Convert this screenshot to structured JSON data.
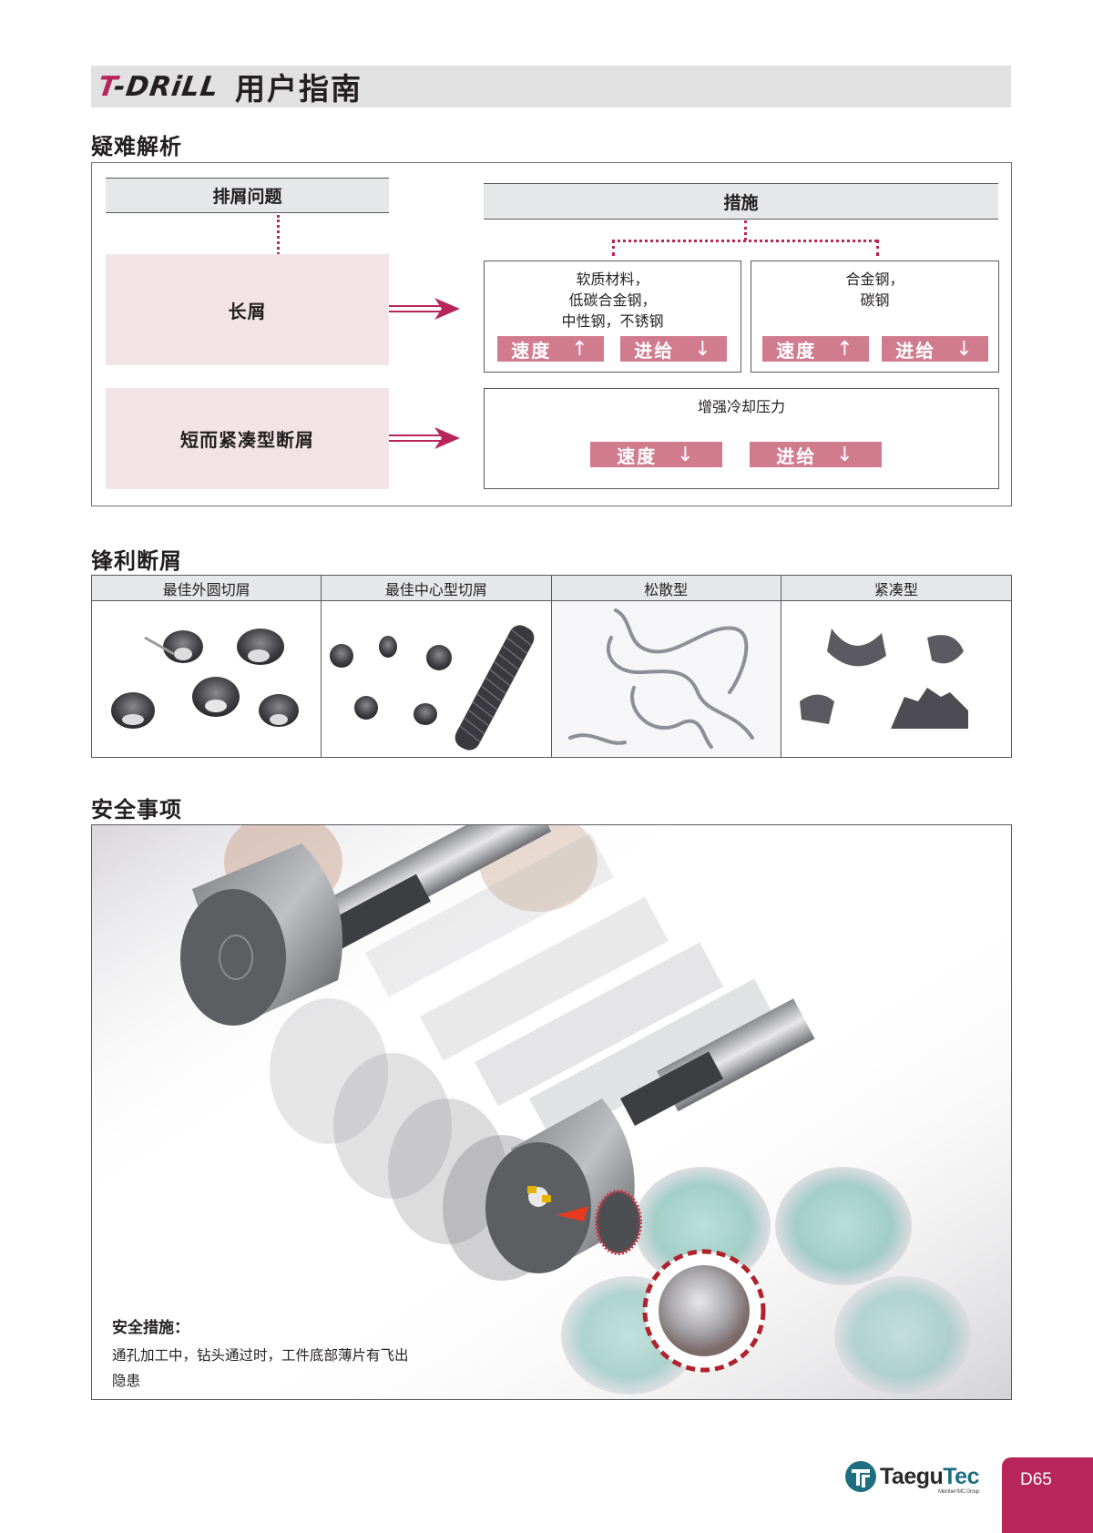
{
  "header": {
    "brand_t": "T",
    "brand_rest": "-DRiLL",
    "title": "用户指南"
  },
  "troubleshooting": {
    "heading": "疑难解析",
    "problem_header": "排屑问题",
    "solution_header": "措施",
    "problems": [
      {
        "label": "长屑"
      },
      {
        "label": "短而紧凑型断屑"
      }
    ],
    "solutions": {
      "long_chips": [
        {
          "lines": [
            "软质材料，",
            "低碳合金钢，",
            "中性钢，不锈钢"
          ],
          "speed": {
            "label": "速度",
            "arrow": "↑"
          },
          "feed": {
            "label": "进给",
            "arrow": "↓"
          }
        },
        {
          "lines": [
            "合金钢，",
            "碳钢"
          ],
          "speed": {
            "label": "速度",
            "arrow": "↑"
          },
          "feed": {
            "label": "进给",
            "arrow": "↓"
          }
        }
      ],
      "short_chips": {
        "text": "增强冷却压力",
        "speed": {
          "label": "速度",
          "arrow": "↓"
        },
        "feed": {
          "label": "进给",
          "arrow": "↓"
        }
      }
    }
  },
  "chip_breaking": {
    "heading": "锋利断屑",
    "columns": [
      {
        "label": "最佳外圆切屑",
        "image": "periphery-chips-photo"
      },
      {
        "label": "最佳中心型切屑",
        "image": "center-chips-photo"
      },
      {
        "label": "松散型",
        "image": "loose-chips-photo"
      },
      {
        "label": "紧凑型",
        "image": "compact-chips-photo"
      }
    ]
  },
  "safety": {
    "heading": "安全事项",
    "note_title": "安全措施：",
    "note_body": "通孔加工中，钻头通过时，工件底部薄片有飞出隐患"
  },
  "footer": {
    "logo_main": "Taegu",
    "logo_accent": "Tec",
    "logo_sub": "Member IMC Group",
    "page_number": "D65"
  },
  "colors": {
    "accent": "#b8255a",
    "pill": "#d17b8e",
    "problem_bg": "#f2e4e6",
    "header_bg": "#e1e1e2",
    "logo_teal": "#1d6f80"
  }
}
